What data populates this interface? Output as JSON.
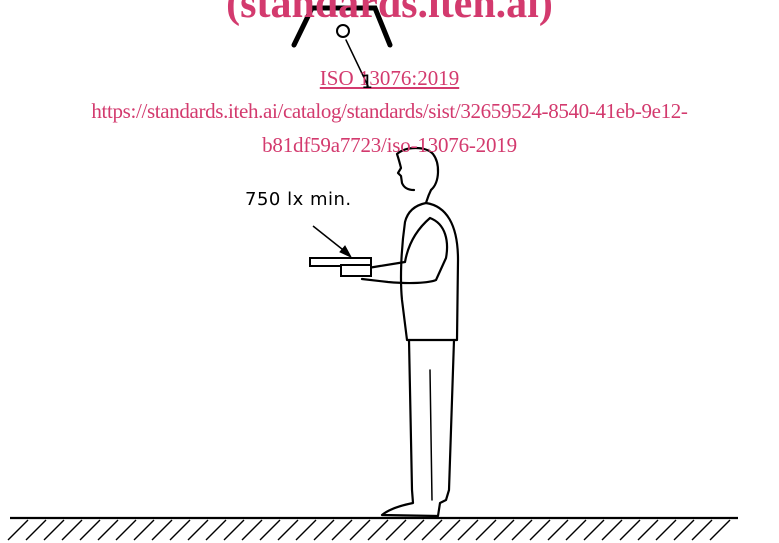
{
  "watermark": {
    "title": "(standards.iteh.ai)",
    "standard_link": "ISO 13076:2019",
    "url_line1": "https://standards.iteh.ai/catalog/standards/sist/32659524-8540-41eb-9e12-",
    "url_line2": "b81df59a7723/iso-13076-2019"
  },
  "figure": {
    "item_number": "1",
    "illuminance_label": "750 lx min."
  },
  "colors": {
    "watermark": "#d33a6e",
    "line": "#000000",
    "background": "#ffffff"
  }
}
